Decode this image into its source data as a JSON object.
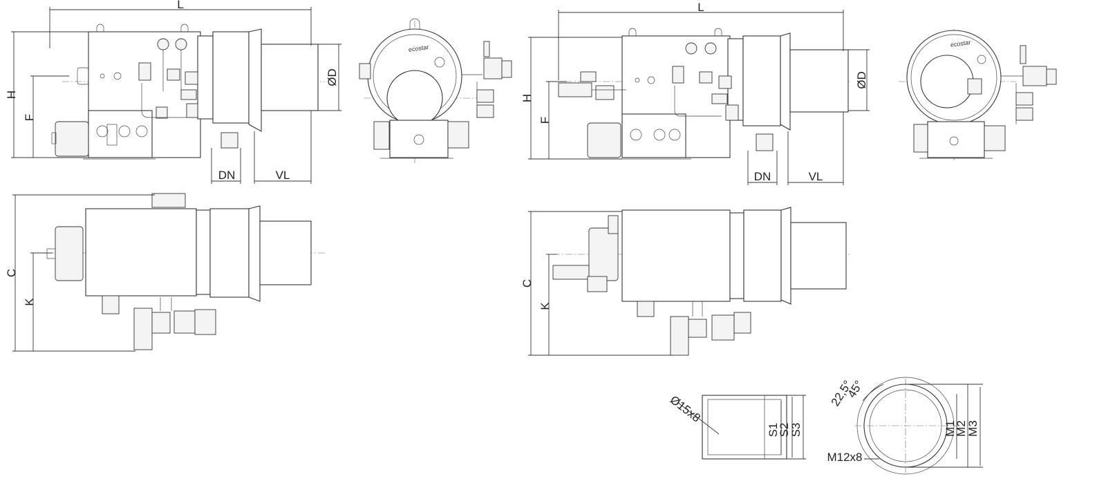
{
  "labels": {
    "L": "L",
    "H": "H",
    "F": "F",
    "OD": "ØD",
    "DN": "DN",
    "VL": "VL",
    "C": "C",
    "K": "K",
    "hole": "Ø15x8",
    "S1": "S1",
    "S2": "S2",
    "S3": "S3",
    "angle1": "22,5°",
    "angle2": "45°",
    "M1": "M1",
    "M2": "M2",
    "M3": "M3",
    "thread": "M12x8",
    "logo": "ecostar"
  },
  "colors": {
    "line": "#333333",
    "fill": "#ffffff",
    "accent_fill": "#f4f4f4"
  }
}
